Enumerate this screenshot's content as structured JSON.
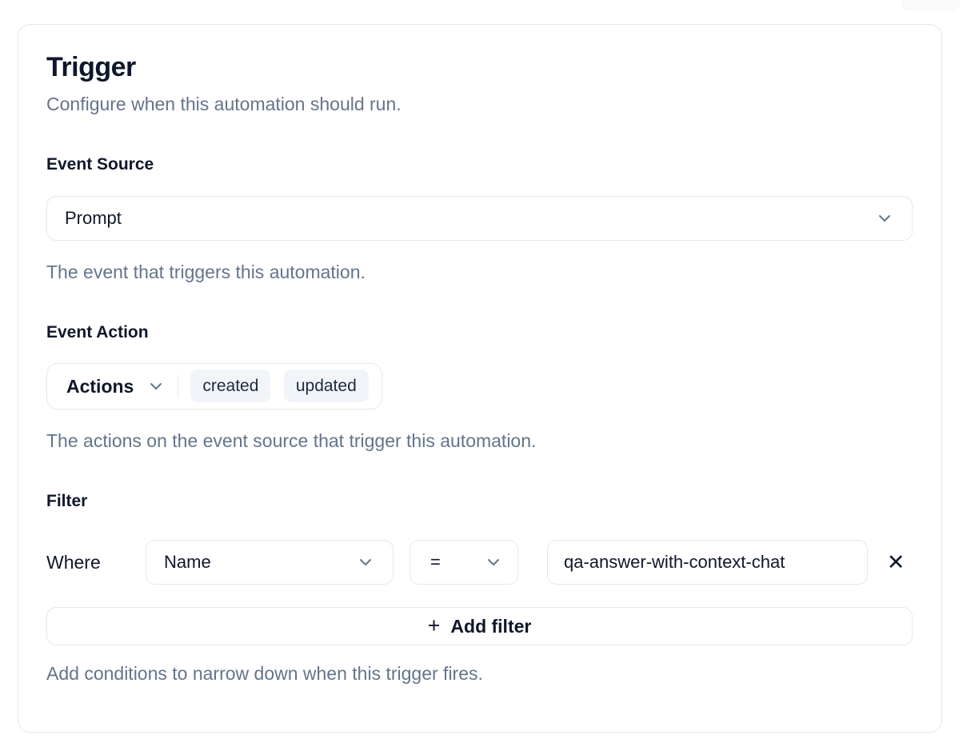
{
  "card": {
    "title": "Trigger",
    "subtitle": "Configure when this automation should run."
  },
  "event_source": {
    "label": "Event Source",
    "selected": "Prompt",
    "helper": "The event that triggers this automation."
  },
  "event_action": {
    "label": "Event Action",
    "dropdown_label": "Actions",
    "tags": [
      "created",
      "updated"
    ],
    "helper": "The actions on the event source that trigger this automation."
  },
  "filter": {
    "label": "Filter",
    "where_label": "Where",
    "field_selected": "Name",
    "operator_selected": "=",
    "value": "qa-answer-with-context-chat",
    "remove_glyph": "✕",
    "add_glyph": "+",
    "add_label": "Add filter",
    "helper": "Add conditions to narrow down when this trigger fires."
  },
  "icons": {
    "chevron": "chevron-down-icon",
    "close": "close-icon",
    "plus": "plus-icon"
  },
  "colors": {
    "border": "#e2e8f0",
    "text_dark": "#0f172a",
    "text_muted": "#64748b",
    "tag_background": "#f1f5f9"
  }
}
